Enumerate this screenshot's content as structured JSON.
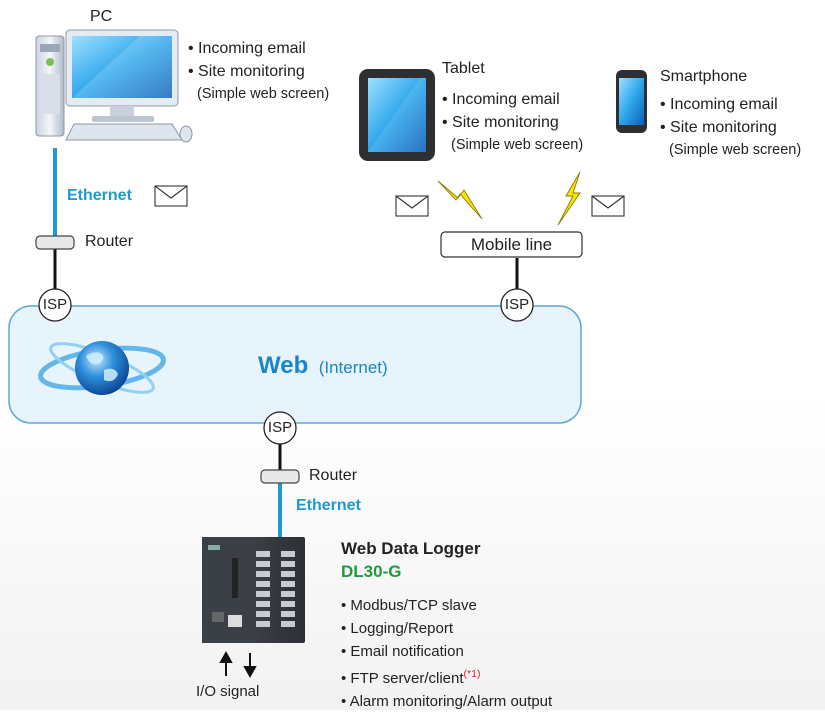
{
  "pc": {
    "title": "PC",
    "bullet1": "• Incoming email",
    "bullet2": "• Site monitoring",
    "note": "(Simple web screen)"
  },
  "tablet": {
    "title": "Tablet",
    "bullet1": "• Incoming email",
    "bullet2": "• Site monitoring",
    "note": "(Simple web screen)"
  },
  "smartphone": {
    "title": "Smartphone",
    "bullet1": "• Incoming email",
    "bullet2": "• Site monitoring",
    "note": "(Simple web screen)"
  },
  "network": {
    "ethernet_top": "Ethernet",
    "router_top": "Router",
    "mobile_line": "Mobile line",
    "isp": "ISP",
    "web_label": "Web",
    "web_sub": "(Internet)",
    "router_bottom": "Router",
    "ethernet_bottom": "Ethernet"
  },
  "logger": {
    "title": "Web Data Logger",
    "model": "DL30-G",
    "features": [
      "• Modbus/TCP slave",
      "• Logging/Report",
      "• Email notification",
      "• FTP server/client",
      "• Alarm monitoring/Alarm output"
    ],
    "footnote": "(*1)",
    "io_label": "I/O signal"
  },
  "colors": {
    "ethernet": "#1d9bd1",
    "cloud_fill": "#e8f4fb",
    "cloud_border": "#5aaad8",
    "model_green": "#1e9c3c",
    "footnote_red": "#e0202a",
    "lightning": "#f6e500"
  }
}
